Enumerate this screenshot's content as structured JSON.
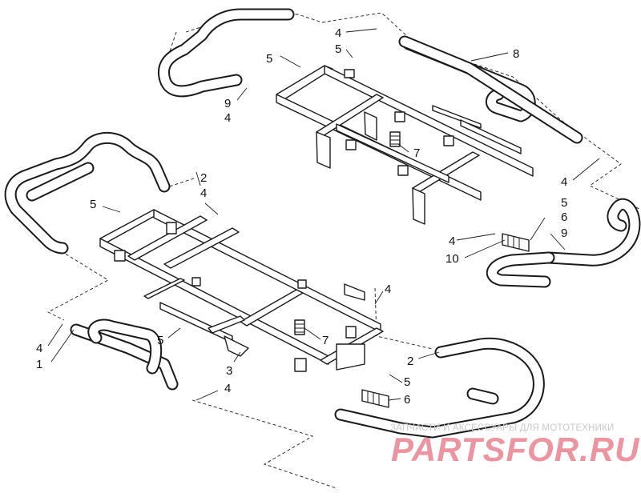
{
  "callouts": {
    "upper": [
      "4",
      "5",
      "8",
      "5",
      "9",
      "4",
      "7",
      "4",
      "5",
      "6",
      "9",
      "4",
      "10"
    ],
    "lower": [
      "2",
      "4",
      "5",
      "4",
      "1",
      "5",
      "7",
      "3",
      "4",
      "2",
      "5",
      "6",
      "4"
    ]
  },
  "watermark": {
    "caption": "ЗАПЧАСТИ И АКСЕССУАРЫ ДЛЯ МОТОТЕХНИКИ",
    "logo": "PARTSFOR.RU"
  },
  "colors": {
    "line": "#1a1a1a",
    "watermark_logo": "#dc3c50",
    "watermark_caption": "#c9c9c9"
  }
}
